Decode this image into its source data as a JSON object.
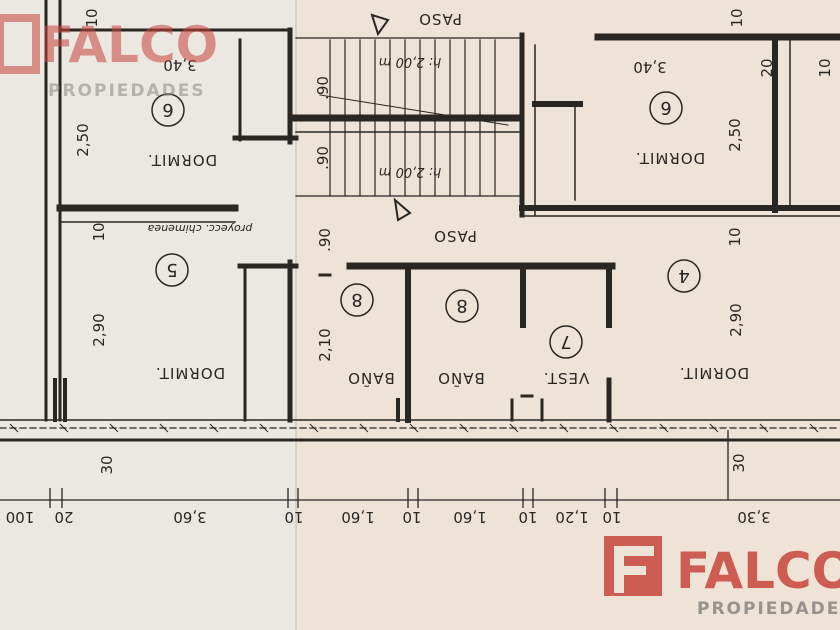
{
  "rooms": [
    {
      "label": "DORMIT.",
      "number": "6"
    },
    {
      "label": "DORMIT.",
      "number": "5"
    },
    {
      "label": "BAÑO",
      "number": "8"
    },
    {
      "label": "BAÑO",
      "number": "8"
    },
    {
      "label": "VEST.",
      "number": "7"
    },
    {
      "label": "DORMIT.",
      "number": "4"
    },
    {
      "label": "DORMIT.",
      "number": "6"
    }
  ],
  "paso_labels": [
    "PASO",
    "PASO"
  ],
  "stair_notes": [
    "h: 2,00 m",
    "h: 2,00 m"
  ],
  "handwritten_note": "proyecc. chimenea",
  "dimensions": {
    "room_widths": [
      "3,40",
      "3,40"
    ],
    "room_depths": [
      "2,50",
      "2,90",
      "2,10",
      "2,90",
      "2,50"
    ],
    "walls": [
      "10",
      "10",
      "10",
      "10",
      "20",
      "10",
      "30",
      "30"
    ],
    "stair": [
      ".90",
      ".90",
      ".90"
    ],
    "bottom_chain": [
      "100",
      "20",
      "3,60",
      "10",
      "1,60",
      "10",
      "1,60",
      "10",
      "1,20",
      "10",
      "3,30"
    ]
  },
  "watermarks": [
    {
      "brand": "FALCO",
      "tagline": "PROPIEDADES"
    },
    {
      "brand": "FALCO",
      "tagline": "PROPIEDADES"
    }
  ],
  "colors": {
    "paper": "#e9e2d8",
    "paper_right": "#efe3d8",
    "ink": "#2a2622",
    "brand_red": "#c8453c",
    "brand_gray": "#8a8580"
  }
}
